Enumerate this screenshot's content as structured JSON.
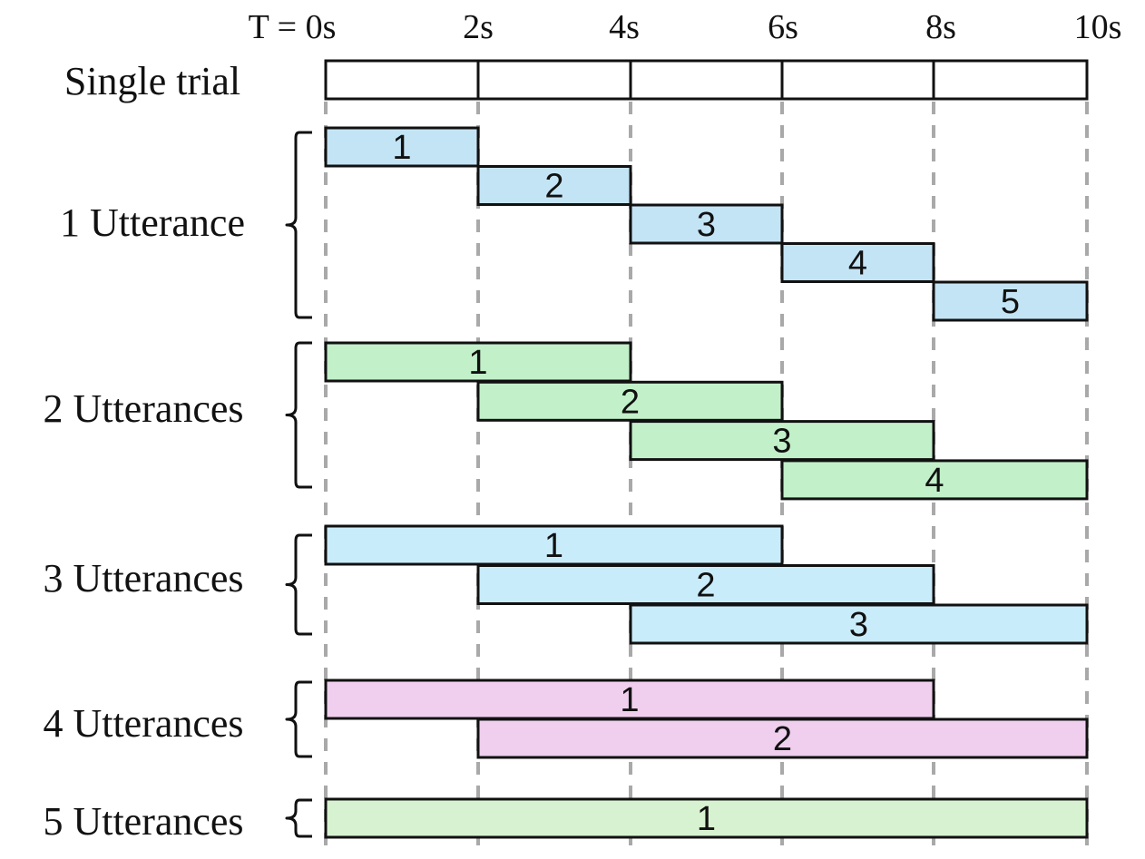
{
  "time_labels": [
    "T = 0s",
    "2s",
    "4s",
    "6s",
    "8s",
    "10s"
  ],
  "trial": {
    "label": "Single trial",
    "segments": 5
  },
  "groups": [
    {
      "label": "1 Utterance",
      "color": "#c3e4f5",
      "bars": [
        {
          "id": "1",
          "start": 0,
          "end": 2
        },
        {
          "id": "2",
          "start": 2,
          "end": 4
        },
        {
          "id": "3",
          "start": 4,
          "end": 6
        },
        {
          "id": "4",
          "start": 6,
          "end": 8
        },
        {
          "id": "5",
          "start": 8,
          "end": 10
        }
      ]
    },
    {
      "label": "2 Utterances",
      "color": "#c2f0c9",
      "bars": [
        {
          "id": "1",
          "start": 0,
          "end": 4
        },
        {
          "id": "2",
          "start": 2,
          "end": 6
        },
        {
          "id": "3",
          "start": 4,
          "end": 8
        },
        {
          "id": "4",
          "start": 6,
          "end": 10
        }
      ]
    },
    {
      "label": "3 Utterances",
      "color": "#c9ecfb",
      "bars": [
        {
          "id": "1",
          "start": 0,
          "end": 6
        },
        {
          "id": "2",
          "start": 2,
          "end": 8
        },
        {
          "id": "3",
          "start": 4,
          "end": 10
        }
      ]
    },
    {
      "label": "4 Utterances",
      "color": "#f0cfee",
      "bars": [
        {
          "id": "1",
          "start": 0,
          "end": 8
        },
        {
          "id": "2",
          "start": 2,
          "end": 10
        }
      ]
    },
    {
      "label": "5 Utterances",
      "color": "#d7f2d0",
      "bars": [
        {
          "id": "1",
          "start": 0,
          "end": 10
        }
      ]
    }
  ]
}
